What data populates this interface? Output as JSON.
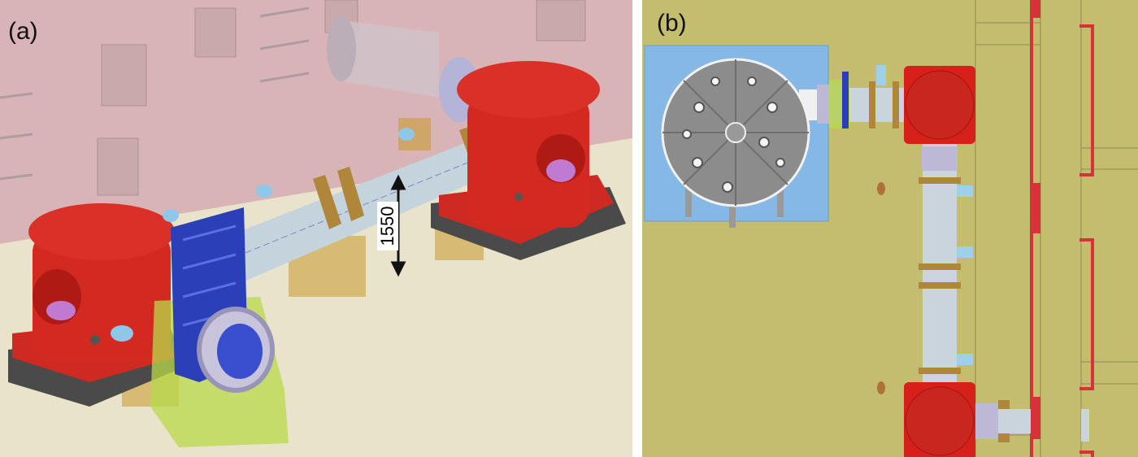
{
  "panels": [
    {
      "label": "(a)",
      "dimension_label": "1550"
    },
    {
      "label": "(b)"
    }
  ],
  "colors": {
    "chamber": "#d42a1e",
    "pipe": "#c9d4dc",
    "floor_b": "#c5bd6e",
    "room": "#86b8e6",
    "flange": "#b08a3a",
    "valve": "#2c3fb8",
    "support": "#b5d94a"
  }
}
